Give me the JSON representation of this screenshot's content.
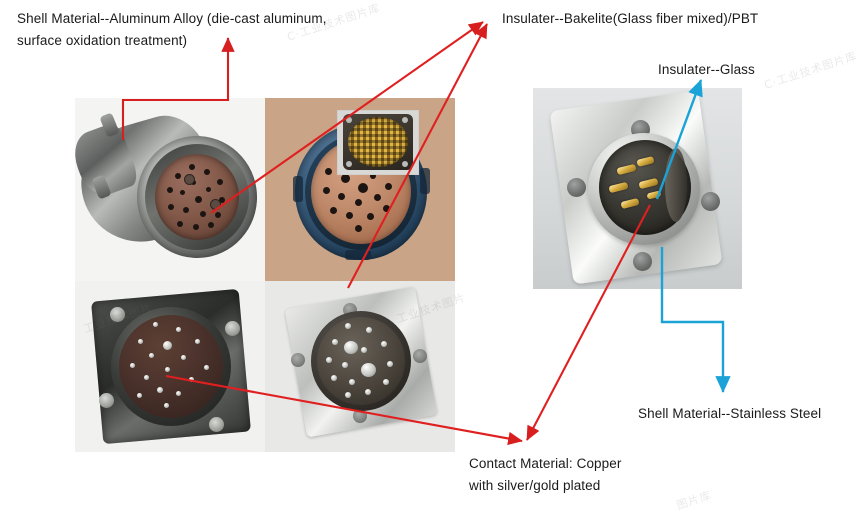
{
  "page": {
    "title": "Connector material annotation diagram",
    "background": "#ffffff"
  },
  "colors": {
    "red_arrow": "#e02020",
    "red_arrow_dark": "#c21b1b",
    "blue_arrow": "#1ba3d8",
    "text": "#1a1a1a",
    "collage_bg": "#eceff0"
  },
  "labels": {
    "shell_aluminum": "Shell Material--Aluminum Alloy (die-cast aluminum,\nsurface oxidation treatment)",
    "insulator_bakelite": "Insulater--Bakelite(Glass fiber mixed)/PBT",
    "insulator_glass": "Insulater--Glass",
    "shell_stainless": "Shell Material--Stainless Steel",
    "contact_material": "Contact Material: Copper\nwith silver/gold plated"
  },
  "photos": {
    "collage": [
      {
        "name": "aluminum-plug-angled",
        "caption": "Aluminum alloy plug with bakelite insert face"
      },
      {
        "name": "blue-shell-connector",
        "caption": "Blue shell connector with copper-brown insulator face"
      },
      {
        "name": "dark-square-flange-receptacle",
        "caption": "Square flange receptacle, dark insulator, silver pins"
      },
      {
        "name": "stainless-square-flange-receptacle",
        "caption": "Stainless square flange receptacle with pins"
      }
    ],
    "inset": {
      "name": "gold-contact-array",
      "caption": "Dense gold-plated contact array"
    },
    "right": {
      "name": "stainless-flange-connector",
      "caption": "Stainless steel flange connector with gold pins and glass insulator"
    }
  },
  "arrows": [
    {
      "name": "arrow-shell-aluminum",
      "color": "#e02020",
      "style": "elbow",
      "target": "aluminum shell body"
    },
    {
      "name": "arrow-insulator-bakelite-left",
      "color": "#e02020",
      "style": "straight",
      "target": "aluminum plug insulator face"
    },
    {
      "name": "arrow-insulator-bakelite-right",
      "color": "#e02020",
      "style": "straight",
      "target": "blue shell insulator face"
    },
    {
      "name": "arrow-insulator-glass",
      "color": "#1ba3d8",
      "style": "straight",
      "target": "glass insulator around gold pins"
    },
    {
      "name": "arrow-shell-stainless",
      "color": "#1ba3d8",
      "style": "elbow",
      "target": "stainless steel shell"
    },
    {
      "name": "arrow-contact-left",
      "color": "#e02020",
      "style": "straight",
      "target": "silver plated contact pin"
    },
    {
      "name": "arrow-contact-right",
      "color": "#e02020",
      "style": "straight",
      "target": "gold plated contact pin"
    }
  ],
  "watermarks": {
    "top_center": "C·工业技术图片库",
    "mid_left": "工业技术图片",
    "right": "C·工业技术图片库",
    "bottom_center": "图片库"
  }
}
